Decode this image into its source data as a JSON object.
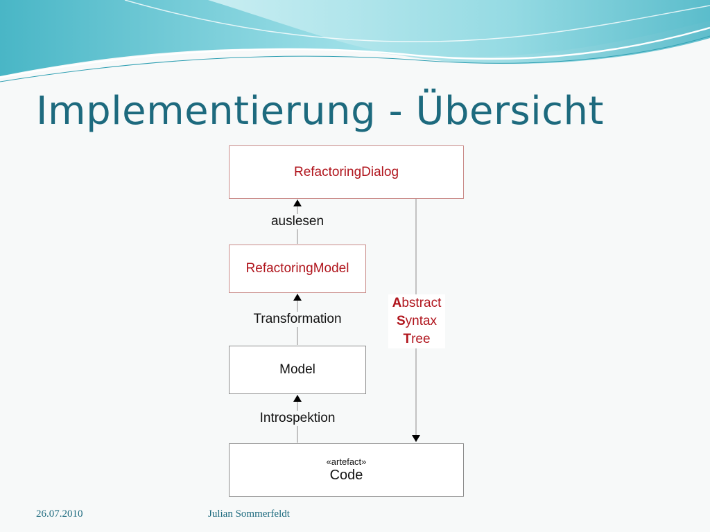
{
  "slide": {
    "title": "Implementierung - Übersicht",
    "footer_date": "26.07.2010",
    "footer_author": "Julian Sommerfeldt"
  },
  "diagram": {
    "boxes": {
      "refactoring_dialog": "RefactoringDialog",
      "refactoring_model": "RefactoringModel",
      "model": "Model",
      "code_stereotype": "«artefact»",
      "code": "Code"
    },
    "edges": {
      "auslesen": "auslesen",
      "transformation": "Transformation",
      "introspektion": "Introspektion"
    },
    "ast": [
      {
        "initial": "A",
        "rest": "bstract"
      },
      {
        "initial": "S",
        "rest": "yntax"
      },
      {
        "initial": "T",
        "rest": "ree"
      }
    ]
  },
  "colors": {
    "title": "#1d6a7e",
    "box_text_red": "#b0141c",
    "wave_light": "#bfeef2",
    "wave_mid": "#7fd3dd",
    "wave_dark": "#3aa9bb"
  }
}
